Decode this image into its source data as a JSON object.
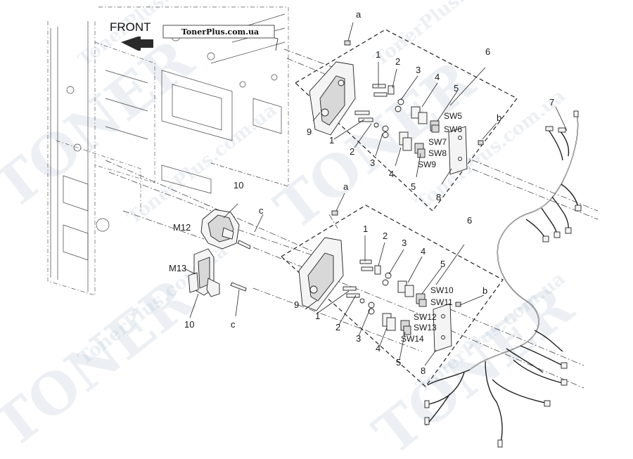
{
  "diagram": {
    "front_label": "FRONT",
    "watermark_banner": "TonerPlus.com.ua",
    "upper_assembly": {
      "a": "a",
      "b": "b",
      "p1_top": "1",
      "p2_top": "2",
      "p3_top": "3",
      "p4_top": "4",
      "p5_top": "5",
      "p6": "6",
      "p7": "7",
      "p8": "8",
      "p9": "9",
      "p1_bot": "1",
      "p2_bot": "2",
      "p3_bot": "3",
      "p4_bot": "4",
      "p5_bot": "5",
      "sw5": "SW5",
      "sw6": "SW6",
      "sw7": "SW7",
      "sw8": "SW8",
      "sw9": "SW9"
    },
    "lower_assembly": {
      "a": "a",
      "b": "b",
      "p1_top": "1",
      "p2_top": "2",
      "p3_top": "3",
      "p4_top": "4",
      "p5_top": "5",
      "p6": "6",
      "p8": "8",
      "p9": "9",
      "p1_bot": "1",
      "p2_bot": "2",
      "p3_bot": "3",
      "p4_bot": "4",
      "p5_bot": "5",
      "sw10": "SW10",
      "sw11": "SW11",
      "sw12": "SW12",
      "sw13": "SW13",
      "sw14": "SW14"
    },
    "motors": {
      "m12": "M12",
      "m13": "M13",
      "p10_top": "10",
      "p10_bot": "10",
      "c_top": "c",
      "c_bot": "c"
    }
  },
  "watermarks": [
    "TonerPlus.com.ua",
    "TONER"
  ]
}
